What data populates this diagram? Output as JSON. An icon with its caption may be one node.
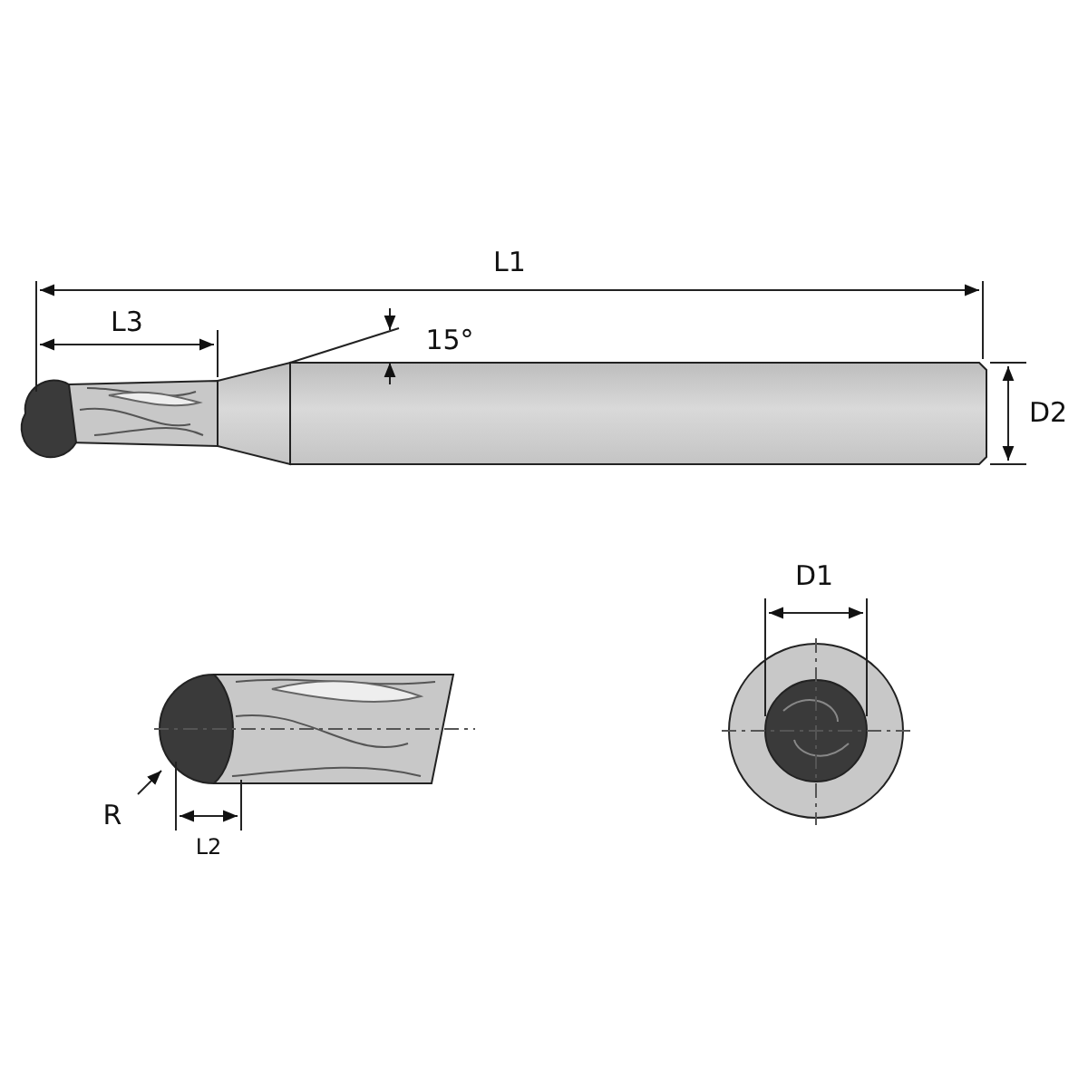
{
  "diagram": {
    "labels": [
      "L1",
      "L3",
      "15°",
      "D2",
      "D1",
      "R",
      "L2"
    ]
  }
}
